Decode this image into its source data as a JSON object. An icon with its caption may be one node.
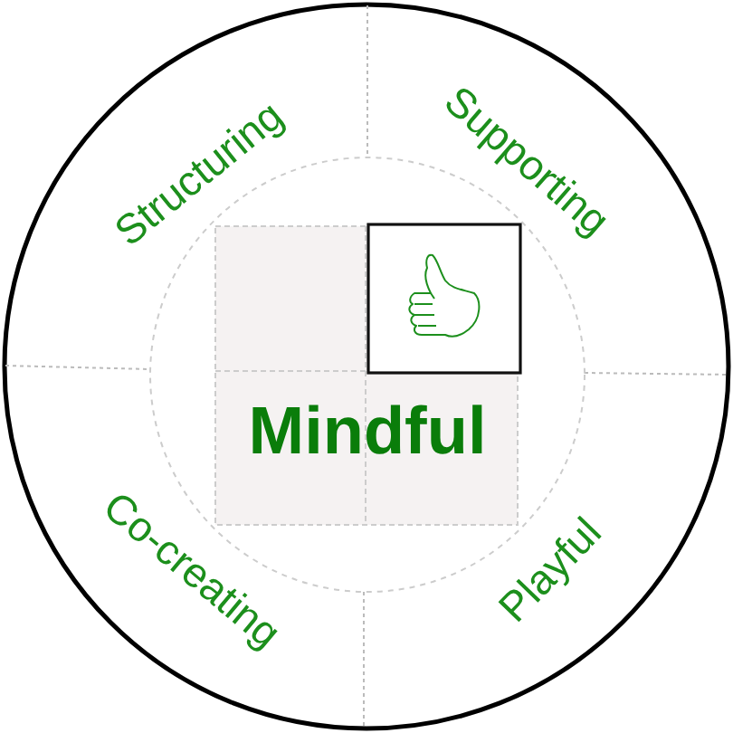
{
  "diagram": {
    "labels": [
      "Structuring",
      "Supporting",
      "Mindful",
      "Co-creating",
      "Playful"
    ]
  }
}
